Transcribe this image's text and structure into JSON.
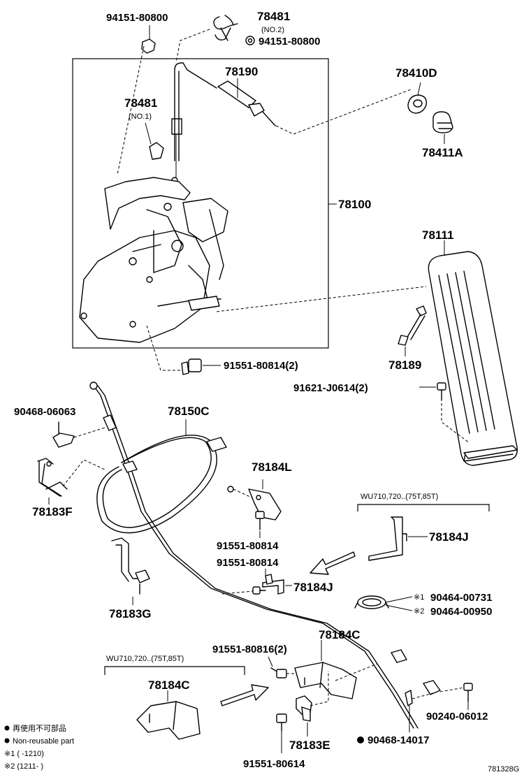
{
  "labels": {
    "p94151_top": "94151-80800",
    "p78481_no2": "78481",
    "no2": "(NO.2)",
    "p94151_right": "94151-80800",
    "p78190": "78190",
    "p78481_no1": "78481",
    "no1": "(NO.1)",
    "p78410D": "78410D",
    "p78411A": "78411A",
    "p78100": "78100",
    "p78111": "78111",
    "p78189": "78189",
    "p91551_80814_2": "91551-80814(2)",
    "p91621": "91621-J0614(2)",
    "p90468_06063": "90468-06063",
    "p78150C": "78150C",
    "p78184L": "78184L",
    "p78183F": "78183F",
    "wu_right": "WU710,720..(75T,85T)",
    "p78184J_right": "78184J",
    "p91551_80814_a": "91551-80814",
    "p91551_80814_b": "91551-80814",
    "p78184J_mid": "78184J",
    "p78183G": "78183G",
    "mark1": "※1",
    "p90464_00731": "90464-00731",
    "mark2": "※2",
    "p90464_00950": "90464-00950",
    "p91551_80816": "91551-80816(2)",
    "p78184C_top": "78184C",
    "wu_left": "WU710,720..(75T,85T)",
    "p78184C_left": "78184C",
    "p90240": "90240-06012",
    "p78183E": "78183E",
    "p90468_14017": "90468-14017",
    "p91551_80614": "91551-80614"
  },
  "legend": {
    "line1_jp": "再使用不可部品",
    "line2_en": "Non-reusable part",
    "line3": "※1 (      -1210)",
    "line4": "※2 (1211-      )"
  },
  "figure_code": "781328G"
}
